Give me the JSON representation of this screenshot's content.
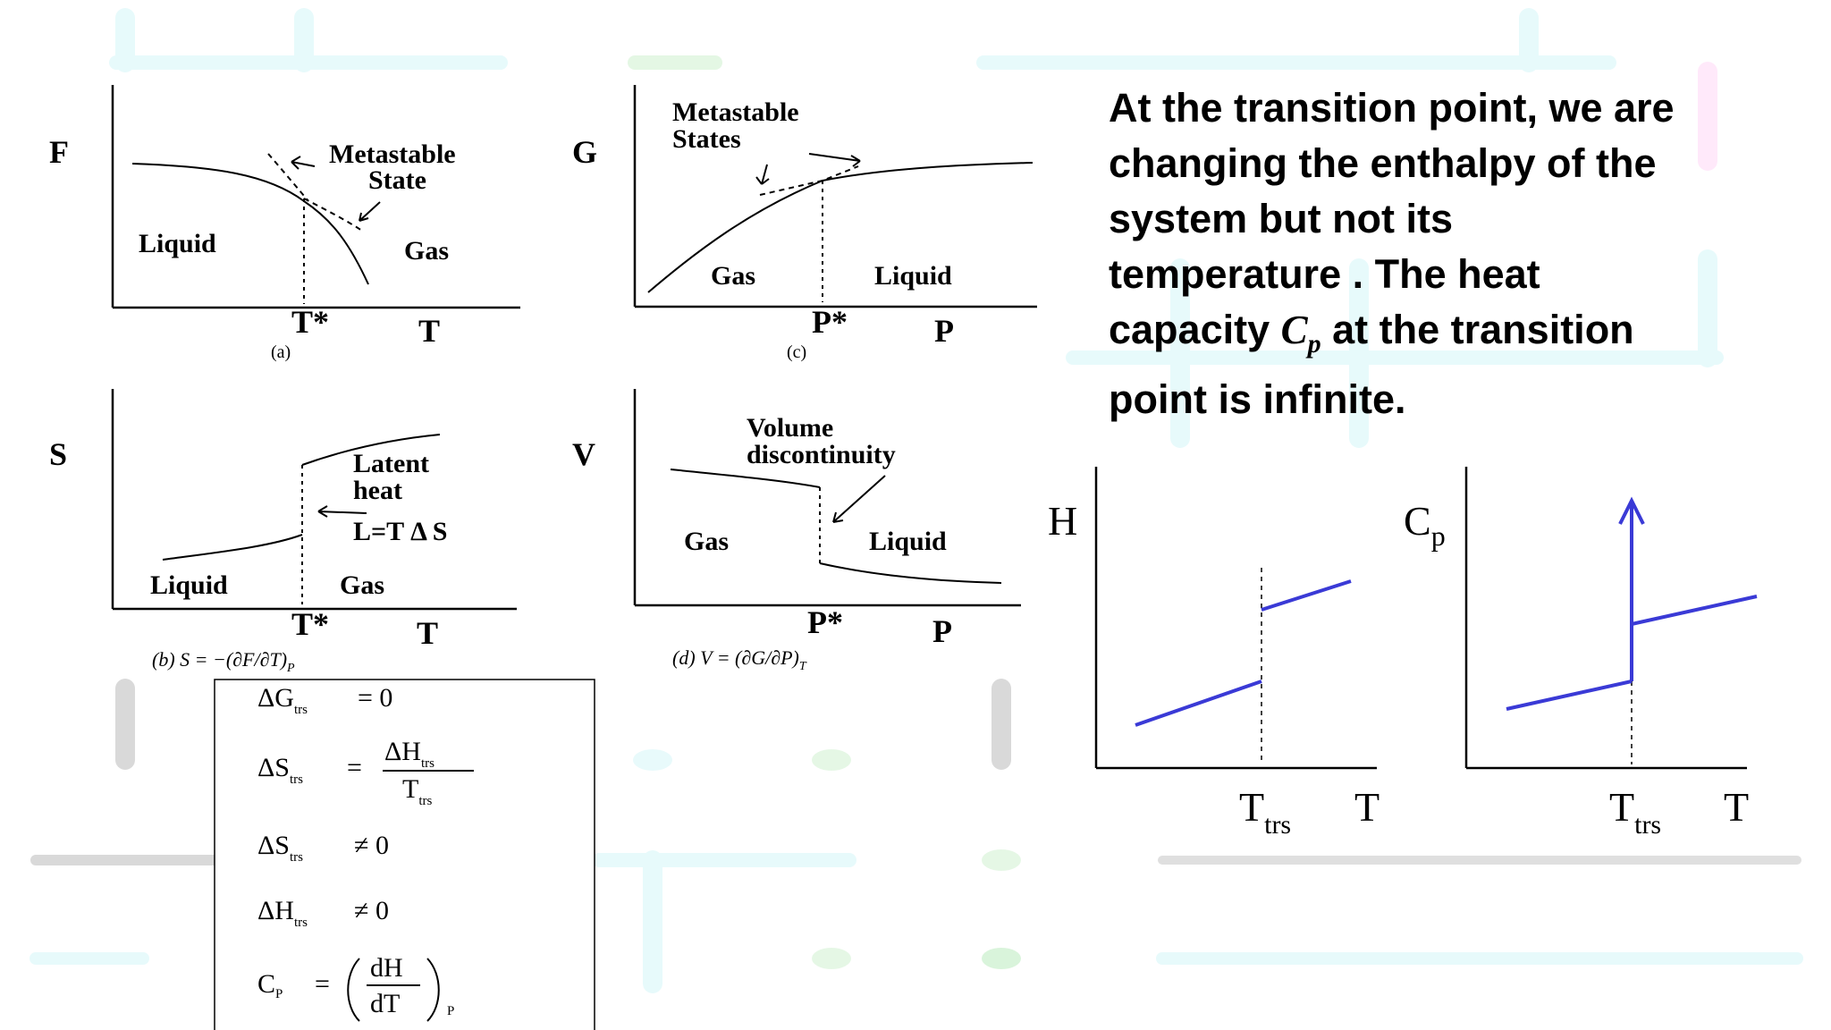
{
  "paragraph": {
    "part1": "At the transition point, we are changing the enthalpy of the system but not its temperature . The heat capacity ",
    "cp_symbol": "C",
    "cp_sub": "p",
    "part2": " at the transition point is infinite."
  },
  "panel_a": {
    "y_axis": "F",
    "label_meta": "Metastable",
    "label_meta2": "State",
    "label_left": "Liquid",
    "label_right": "Gas",
    "x_star": "T*",
    "x_axis": "T",
    "caption": "(a)"
  },
  "panel_c": {
    "y_axis": "G",
    "label_meta": "Metastable",
    "label_meta2": "States",
    "label_left": "Gas",
    "label_right": "Liquid",
    "x_star": "P*",
    "x_axis": "P",
    "caption": "(c)"
  },
  "panel_b": {
    "y_axis": "S",
    "label_latent": "Latent",
    "label_latent2": "heat",
    "label_eq": "L=T Δ S",
    "label_left": "Liquid",
    "label_right": "Gas",
    "x_star": "T*",
    "x_axis": "T",
    "caption": "(b)  S = −(∂F/∂T)",
    "caption_sub": "P"
  },
  "panel_d": {
    "y_axis": "V",
    "label_vol": "Volume",
    "label_vol2": "discontinuity",
    "label_left": "Gas",
    "label_right": "Liquid",
    "x_star": "P*",
    "x_axis": "P",
    "caption": "(d)  V = (∂G/∂P)",
    "caption_sub": "T"
  },
  "equations": {
    "eq1": "ΔG",
    "eq1_sub": "trs",
    "eq1_rhs": "= 0",
    "eq2": "ΔS",
    "eq2_sub": "trs",
    "eq2_num": "ΔH",
    "eq2_num_sub": "trs",
    "eq2_den": "T",
    "eq2_den_sub": "trs",
    "eq3": "ΔS",
    "eq3_sub": "trs",
    "eq3_rhs": "≠ 0",
    "eq4": "ΔH",
    "eq4_sub": "trs",
    "eq4_rhs": "≠ 0",
    "eq5": "C",
    "eq5_sub": "P",
    "eq5_num": "dH",
    "eq5_den": "dT",
    "eq5_outer_sub": "P"
  },
  "plot_h": {
    "y_axis": "H",
    "x_trs": "T",
    "x_trs_sub": "trs",
    "x_axis": "T"
  },
  "plot_cp": {
    "y_axis": "C",
    "y_axis_sub": "p",
    "x_trs": "T",
    "x_trs_sub": "trs",
    "x_axis": "T"
  },
  "colors": {
    "curve": "#3a3ad6",
    "ink": "#000000"
  }
}
